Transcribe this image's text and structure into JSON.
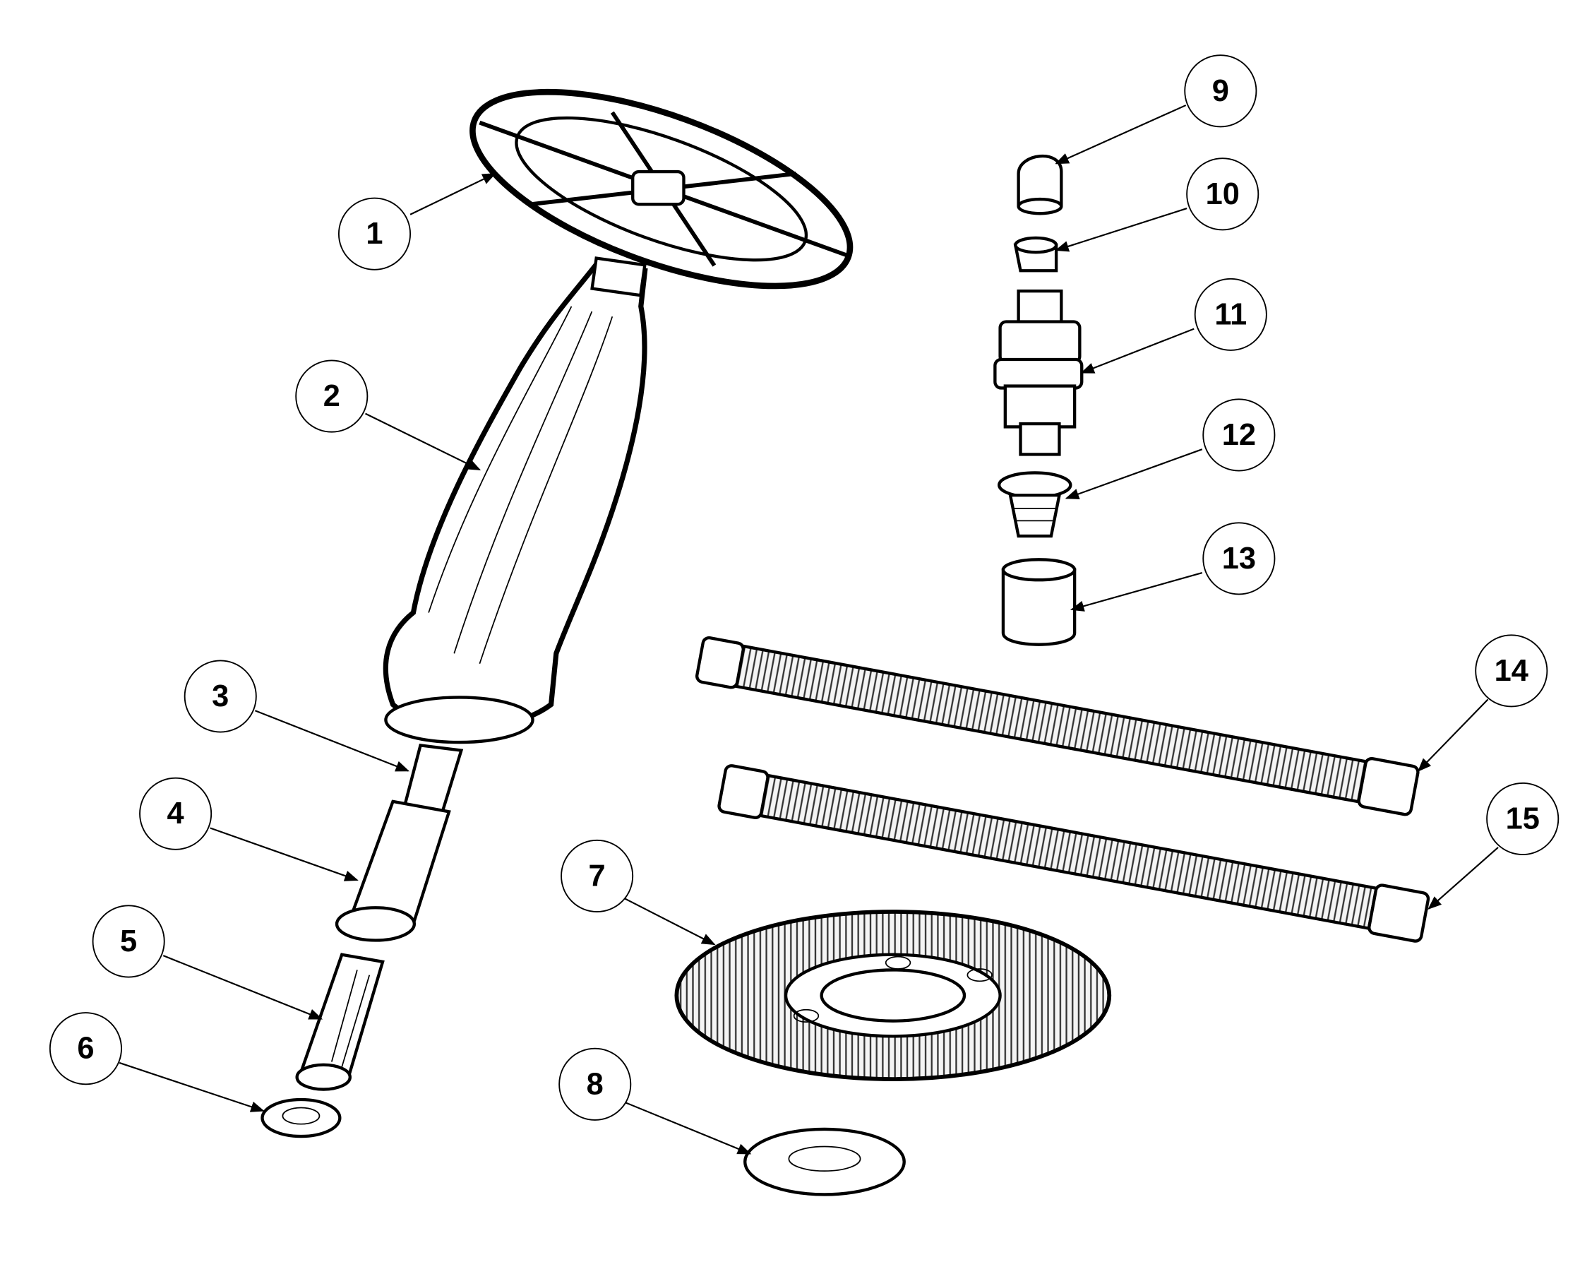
{
  "diagram": {
    "type": "exploded-parts-diagram",
    "callouts": [
      "1",
      "2",
      "3",
      "4",
      "5",
      "6",
      "7",
      "8",
      "9",
      "10",
      "11",
      "12",
      "13",
      "14",
      "15"
    ]
  }
}
